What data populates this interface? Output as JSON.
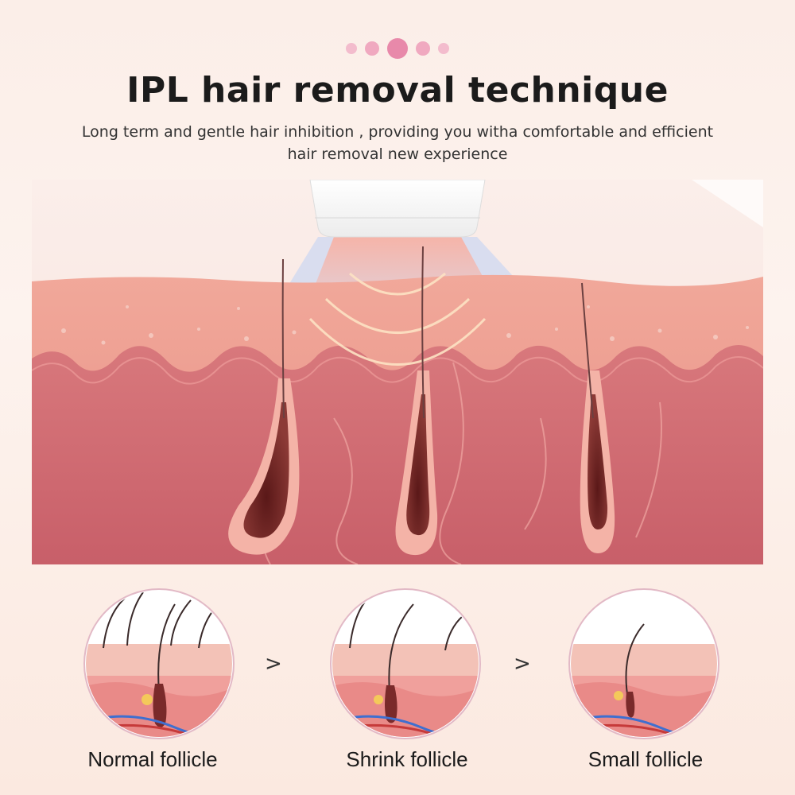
{
  "header": {
    "title": "IPL hair removal technique",
    "subtitle_line1": "Long term and gentle hair inhibition , providing you witha comfortable and efficient",
    "subtitle_line2": "hair removal new experience"
  },
  "colors": {
    "dot_accent": "#e07a9f",
    "dot_light": "#f2b6ca",
    "skin_top": "#f0a99a",
    "skin_dermis": "#d46f76",
    "follicle": "#7a2a2a"
  },
  "steps": [
    {
      "label": "Normal follicle"
    },
    {
      "label": "Shrink follicle"
    },
    {
      "label": "Small follicle"
    }
  ],
  "arrows": [
    ">",
    ">"
  ]
}
